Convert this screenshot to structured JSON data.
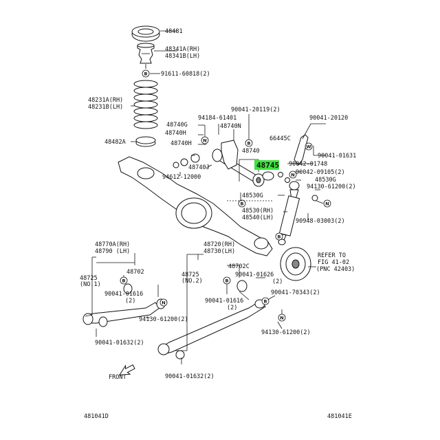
{
  "highlight": {
    "color": "#3ee23e",
    "part": "48745"
  },
  "labels": [
    {
      "id": "48481",
      "text": "48481"
    },
    {
      "id": "48341A",
      "text": "48341A(RH)"
    },
    {
      "id": "48341B",
      "text": "48341B(LH)"
    },
    {
      "id": "91611",
      "text": "91611-60818(2)"
    },
    {
      "id": "48231A",
      "text": "48231A(RH)"
    },
    {
      "id": "48231B",
      "text": "48231B(LH)"
    },
    {
      "id": "48482A",
      "text": "48482A"
    },
    {
      "id": "48740G",
      "text": "48740G"
    },
    {
      "id": "94184",
      "text": "94184-61401"
    },
    {
      "id": "90041-20119",
      "text": "90041-20119(2)"
    },
    {
      "id": "48740N",
      "text": "48740N"
    },
    {
      "id": "48740H_1",
      "text": "48740H"
    },
    {
      "id": "48740H_2",
      "text": "48740H"
    },
    {
      "id": "48740J",
      "text": "48740J"
    },
    {
      "id": "94612",
      "text": "94612-12000"
    },
    {
      "id": "48740",
      "text": "48740"
    },
    {
      "id": "48745",
      "text": "48745"
    },
    {
      "id": "66445C",
      "text": "66445C"
    },
    {
      "id": "90041-20120",
      "text": "90041-20120"
    },
    {
      "id": "90041-01631",
      "text": "90041-01631"
    },
    {
      "id": "90042-01748",
      "text": "90042-01748"
    },
    {
      "id": "90042-09105",
      "text": "90042-09105(2)"
    },
    {
      "id": "48530G_r",
      "text": "48530G"
    },
    {
      "id": "94130-61200_top",
      "text": "94130-61200(2)"
    },
    {
      "id": "48530G_l",
      "text": "48530G"
    },
    {
      "id": "48530",
      "text": "48530(RH)"
    },
    {
      "id": "48540",
      "text": "48540(LH)"
    },
    {
      "id": "90948",
      "text": "90948-03003(2)"
    },
    {
      "id": "48770A",
      "text": "48770A(RH)"
    },
    {
      "id": "48790",
      "text": "48790  (LH)"
    },
    {
      "id": "48720",
      "text": "48720(RH)"
    },
    {
      "id": "48730",
      "text": "48730(LH)"
    },
    {
      "id": "48702C",
      "text": "48702C"
    },
    {
      "id": "48702",
      "text": "48702"
    },
    {
      "id": "48725_l",
      "text": "48725"
    },
    {
      "id": "no1",
      "text": "(NO.1)"
    },
    {
      "id": "48725_r",
      "text": "48725"
    },
    {
      "id": "no2",
      "text": "(NO.2)"
    },
    {
      "id": "90041-01616_l",
      "text": "90041-01616"
    },
    {
      "id": "x2_l",
      "text": "(2)"
    },
    {
      "id": "90041-01626",
      "text": "90041-01626"
    },
    {
      "id": "x2_m",
      "text": "(2)"
    },
    {
      "id": "90041-01616_m",
      "text": "90041-01616"
    },
    {
      "id": "x2_m2",
      "text": "(2)"
    },
    {
      "id": "90041-70343",
      "text": "90041-70343(2)"
    },
    {
      "id": "94130-61200_l",
      "text": "94130-61200(2)"
    },
    {
      "id": "94130-61200_r",
      "text": "94130-61200(2)"
    },
    {
      "id": "90041-01632_l",
      "text": "90041-01632(2)"
    },
    {
      "id": "90041-01632_m",
      "text": "90041-01632(2)"
    },
    {
      "id": "refer1",
      "text": "REFER TO"
    },
    {
      "id": "refer2",
      "text": "FIG 41-02"
    },
    {
      "id": "refer3",
      "text": "(PNC 42403)"
    },
    {
      "id": "front",
      "text": "FRONT"
    },
    {
      "id": "code_l",
      "text": "481041D"
    },
    {
      "id": "code_r",
      "text": "481041E"
    }
  ],
  "markers": {
    "b": "B",
    "n": "N",
    "w": "W"
  }
}
